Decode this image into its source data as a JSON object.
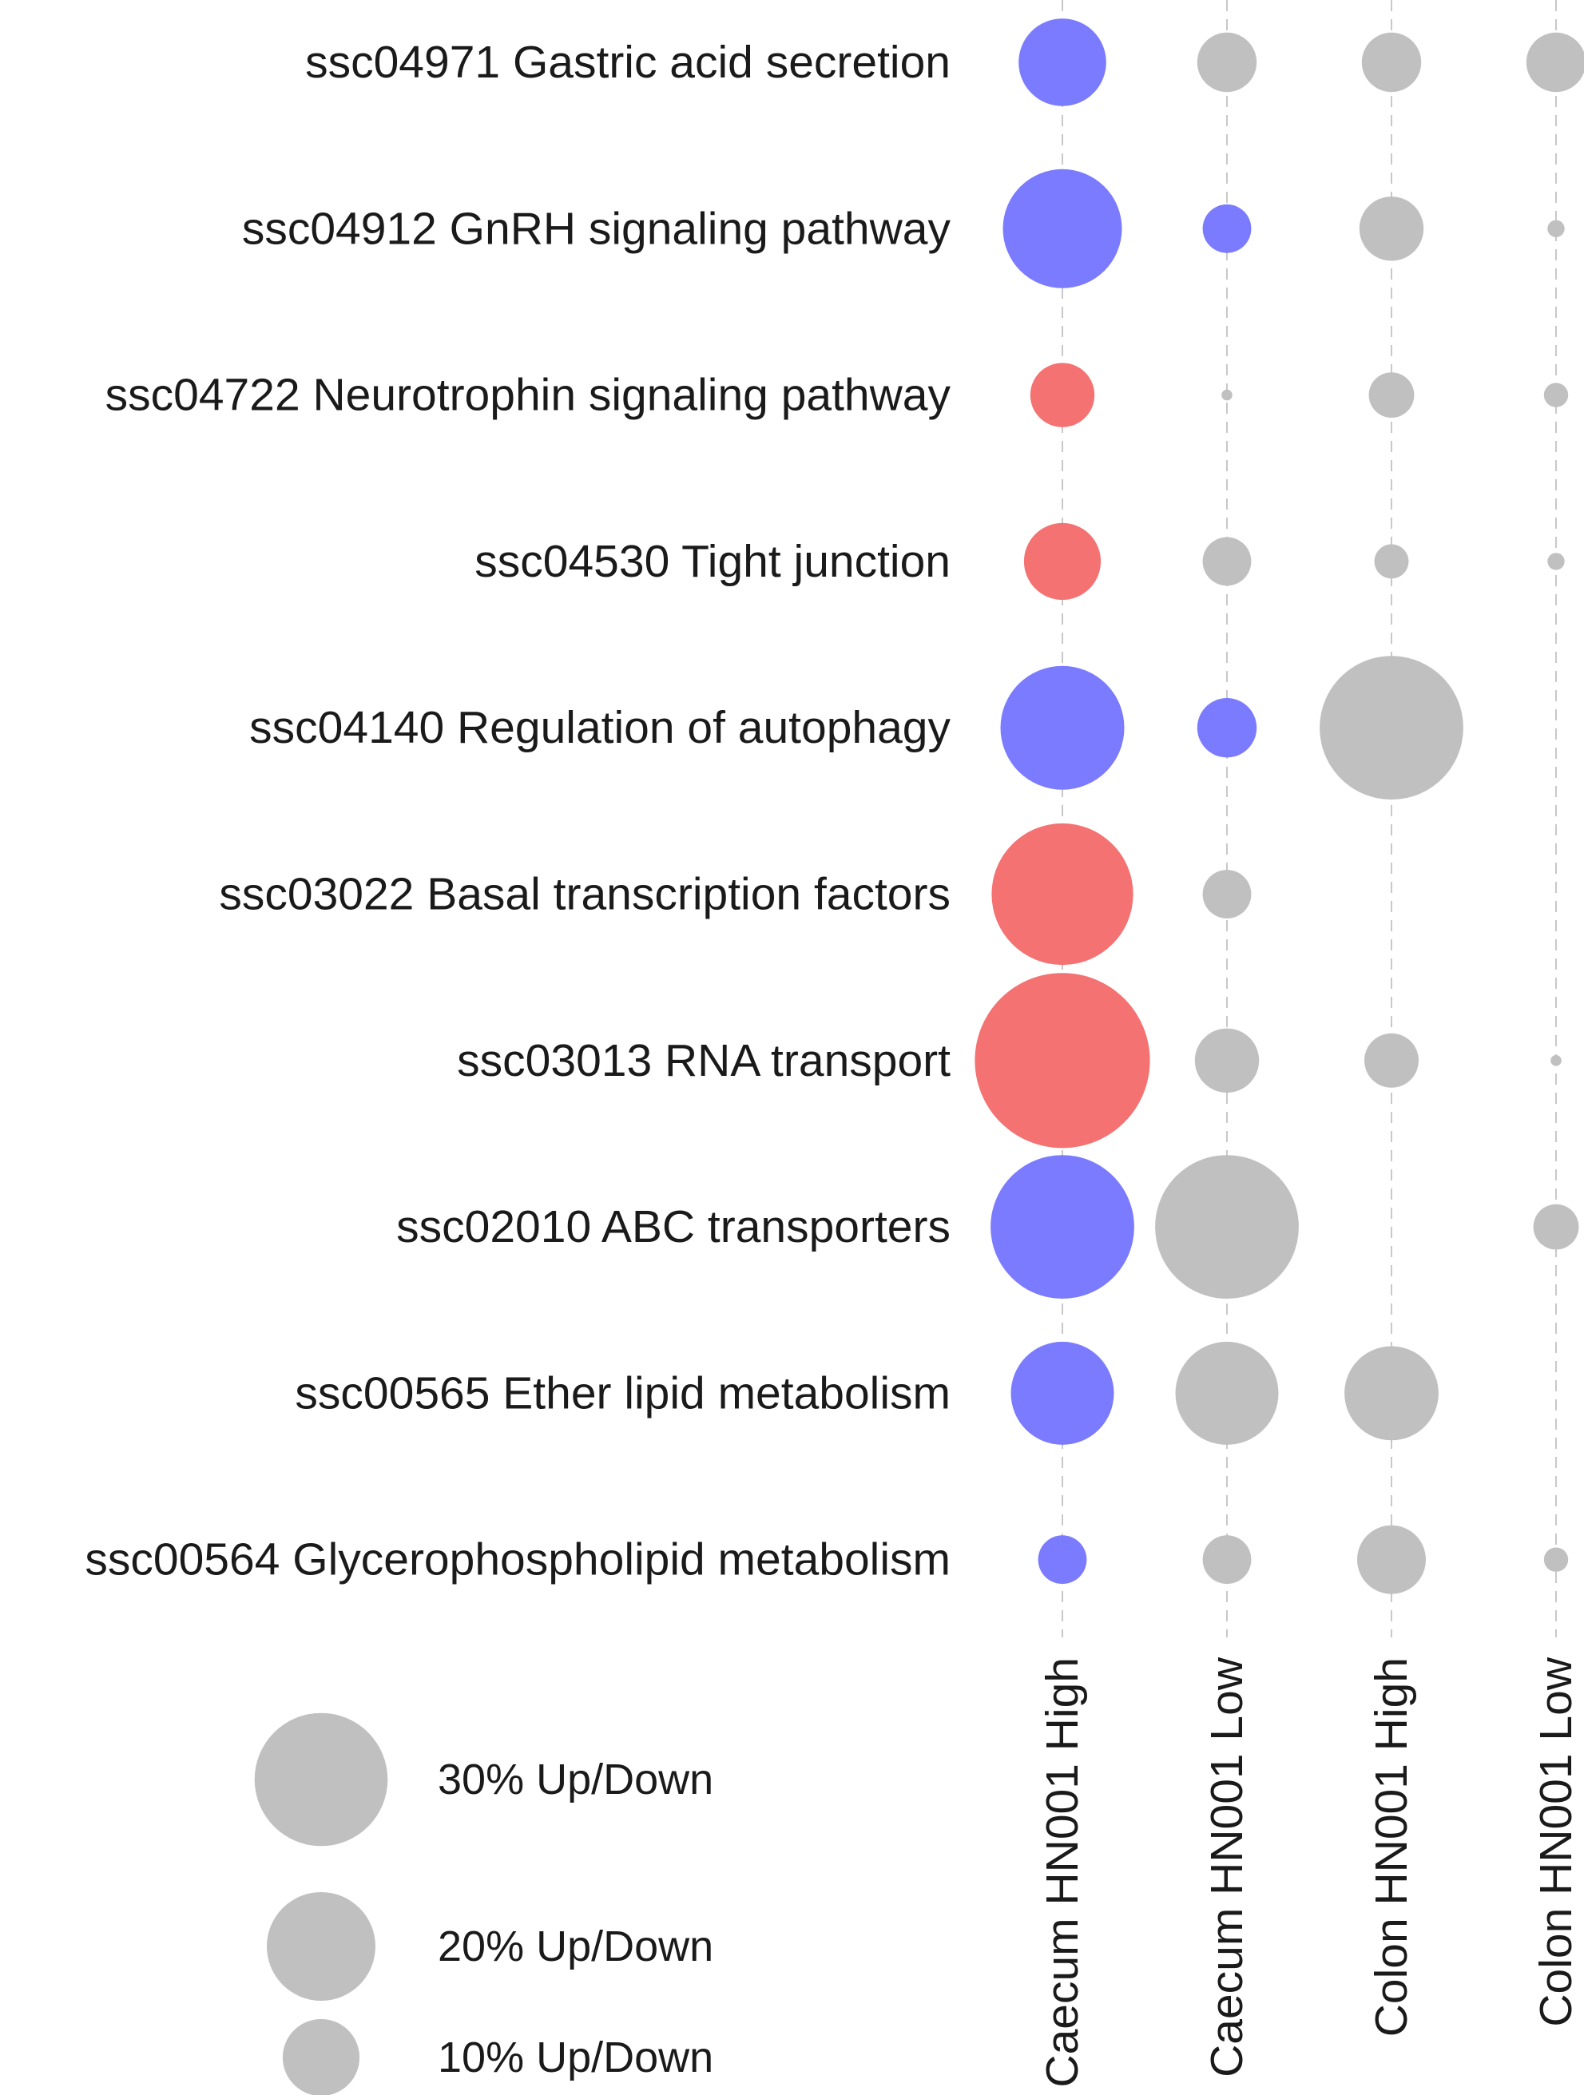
{
  "chart_data": {
    "type": "bubble",
    "rows": [
      "ssc04971 Gastric acid secretion",
      "ssc04912 GnRH signaling pathway",
      "ssc04722 Neurotrophin signaling pathway",
      "ssc04530 Tight junction",
      "ssc04140 Regulation of autophagy",
      "ssc03022 Basal transcription factors",
      "ssc03013 RNA transport",
      "ssc02010 ABC transporters",
      "ssc00565 Ether lipid metabolism",
      "ssc00564 Glycerophospholipid metabolism"
    ],
    "columns": [
      "Caecum HN001 High",
      "Caecum HN001 Low",
      "Colon HN001 High",
      "Colon HN001 Low"
    ],
    "size_unit": "% Up/Down",
    "colors": {
      "up": "#f47272",
      "down": "#7b7bff",
      "ns": "#c0c0c0"
    },
    "cells": [
      [
        {
          "value": 13,
          "dir": "down"
        },
        {
          "value": 6,
          "dir": "ns"
        },
        {
          "value": 6,
          "dir": "ns"
        },
        {
          "value": 6,
          "dir": "ns"
        }
      ],
      [
        {
          "value": 24,
          "dir": "down"
        },
        {
          "value": 4,
          "dir": "down"
        },
        {
          "value": 7,
          "dir": "ns"
        },
        {
          "value": 0.5,
          "dir": "ns"
        }
      ],
      [
        {
          "value": 7,
          "dir": "up"
        },
        {
          "value": 0.2,
          "dir": "ns"
        },
        {
          "value": 3.5,
          "dir": "ns"
        },
        {
          "value": 1,
          "dir": "ns"
        }
      ],
      [
        {
          "value": 10,
          "dir": "up"
        },
        {
          "value": 4,
          "dir": "ns"
        },
        {
          "value": 2,
          "dir": "ns"
        },
        {
          "value": 0.5,
          "dir": "ns"
        }
      ],
      [
        {
          "value": 26,
          "dir": "down"
        },
        {
          "value": 6,
          "dir": "down"
        },
        {
          "value": 35,
          "dir": "ns"
        },
        null
      ],
      [
        {
          "value": 34,
          "dir": "up"
        },
        {
          "value": 4,
          "dir": "ns"
        },
        null,
        null
      ],
      [
        {
          "value": 52,
          "dir": "up"
        },
        {
          "value": 7,
          "dir": "ns"
        },
        {
          "value": 5,
          "dir": "ns"
        },
        {
          "value": 0.2,
          "dir": "ns"
        }
      ],
      [
        {
          "value": 35,
          "dir": "down"
        },
        {
          "value": 35,
          "dir": "ns"
        },
        null,
        {
          "value": 3.5,
          "dir": "ns"
        }
      ],
      [
        {
          "value": 18,
          "dir": "down"
        },
        {
          "value": 18,
          "dir": "ns"
        },
        {
          "value": 15,
          "dir": "ns"
        },
        null
      ],
      [
        {
          "value": 4,
          "dir": "down"
        },
        {
          "value": 4,
          "dir": "ns"
        },
        {
          "value": 8,
          "dir": "ns"
        },
        {
          "value": 1,
          "dir": "ns"
        }
      ]
    ],
    "legend": [
      {
        "value": 30,
        "label": "30% Up/Down"
      },
      {
        "value": 20,
        "label": "20% Up/Down"
      },
      {
        "value": 10,
        "label": "10% Up/Down"
      }
    ]
  }
}
